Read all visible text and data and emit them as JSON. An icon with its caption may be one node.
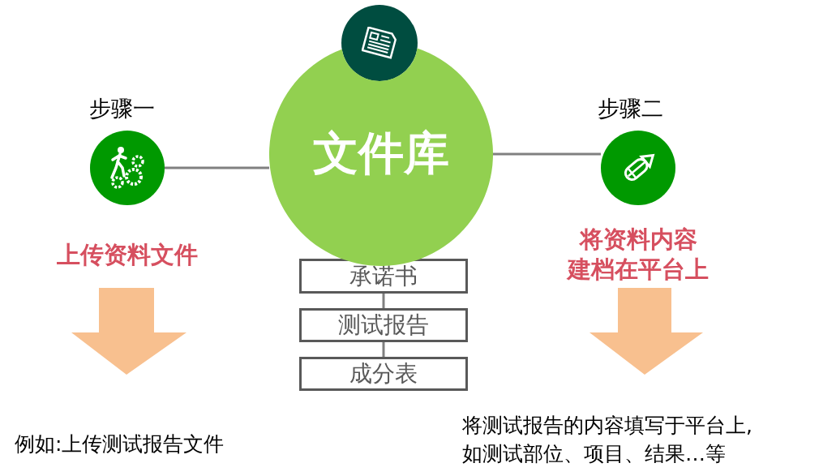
{
  "diagram": {
    "nodes": [
      {
        "text": [],
        "shape": "circle",
        "beside": [
          "步骤一",
          "上传资料文件"
        ]
      },
      {
        "text": [
          "文件库"
        ]
      },
      {
        "text": [],
        "shape": "circle",
        "beside": [
          "步骤二",
          "将资料内容建档在平台上"
        ]
      },
      {
        "text": [
          "承诺书"
        ]
      },
      {
        "text": [
          "测试报告"
        ]
      },
      {
        "text": [
          "成分表"
        ]
      }
    ],
    "edges": [
      {
        "from": 0,
        "to": 1,
        "arrow": "none"
      },
      {
        "from": 1,
        "to": 2,
        "arrow": "none"
      },
      {
        "from": 3,
        "to": 4,
        "arrow": "none"
      },
      {
        "from": 4,
        "to": 5,
        "arrow": "none"
      }
    ],
    "labels": [
      "例如:上传测试报告文件",
      "将测试报告的内容填写于平台上,如测试部位、项目、结果…等"
    ]
  }
}
